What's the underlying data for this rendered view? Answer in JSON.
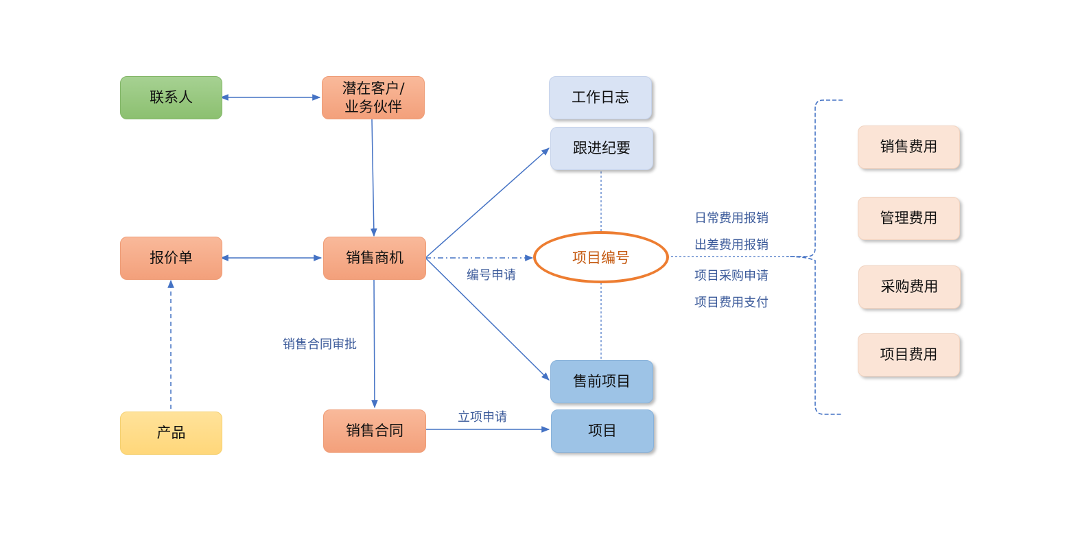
{
  "nodes": {
    "contact": "联系人",
    "potential_customer": "潜在客户/\n业务伙伴",
    "quote": "报价单",
    "opportunity": "销售商机",
    "product": "产品",
    "contract": "销售合同",
    "work_log": "工作日志",
    "followup": "跟进纪要",
    "project_number": "项目编号",
    "presales_project": "售前项目",
    "project": "项目",
    "sales_expense": "销售费用",
    "management_expense": "管理费用",
    "purchase_expense": "采购费用",
    "project_expense": "项目费用"
  },
  "labels": {
    "number_apply": "编号申请",
    "contract_approval": "销售合同审批",
    "project_apply": "立项申请",
    "daily_reimburse": "日常费用报销",
    "travel_reimburse": "出差费用报销",
    "project_purchase_apply": "项目采购申请",
    "project_payment": "项目费用支付"
  },
  "colors": {
    "connector": "#4472c4",
    "ellipse_border": "#ed7d31",
    "ellipse_text": "#c55a11",
    "label_text": "#3b5a9a"
  }
}
